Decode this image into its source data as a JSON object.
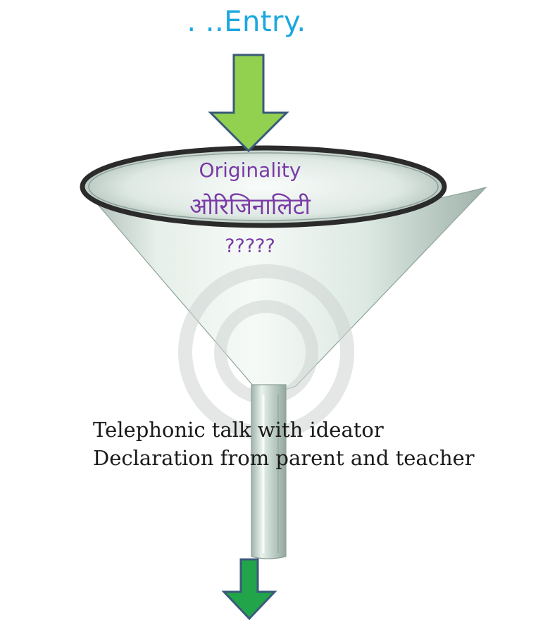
{
  "entry": {
    "label": ". ..Entry."
  },
  "filter": {
    "label_en": "Originality",
    "label_hi": "ओरिजिनालिटी",
    "label_q": "?????"
  },
  "checks": [
    {
      "text": "Telephonic talk with ideator"
    },
    {
      "text": "Declaration from parent and teacher"
    }
  ],
  "colors": {
    "entry_text": "#1aa7df",
    "originality_text": "#7a3aa6",
    "entry_arrow": "#92d050",
    "exit_arrow": "#22a44a",
    "arrow_border": "#3a5a7a",
    "funnel_rim": "#2b2b2b"
  },
  "icons": {
    "entry_arrow": "down-arrow-icon",
    "exit_arrow": "down-arrow-icon",
    "funnel": "funnel-icon"
  }
}
